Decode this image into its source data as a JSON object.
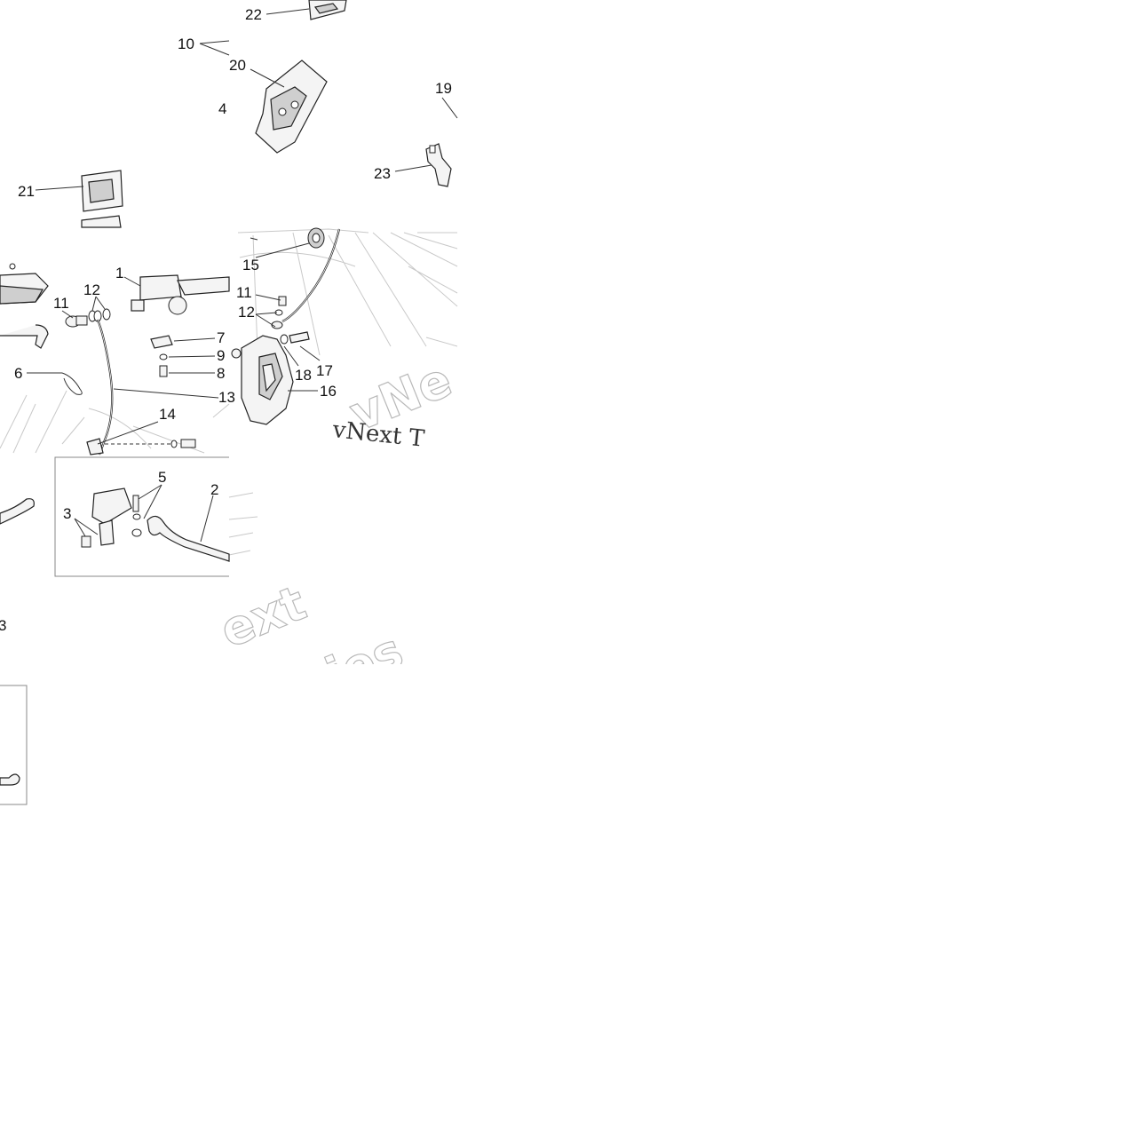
{
  "callouts": [
    "22",
    "10",
    "20",
    "4",
    "19",
    "23",
    "21",
    "1",
    "11",
    "12",
    "7",
    "9",
    "8",
    "6",
    "13",
    "14",
    "15",
    "11",
    "12",
    "17",
    "18",
    "16",
    "5",
    "2",
    "3",
    "3"
  ],
  "watermarks": [
    "vNe",
    "vNext T",
    "ext",
    "ries"
  ],
  "colors": {
    "ink": "#222222",
    "ghost_lines": "#c9c9c9",
    "background": "#ffffff"
  }
}
